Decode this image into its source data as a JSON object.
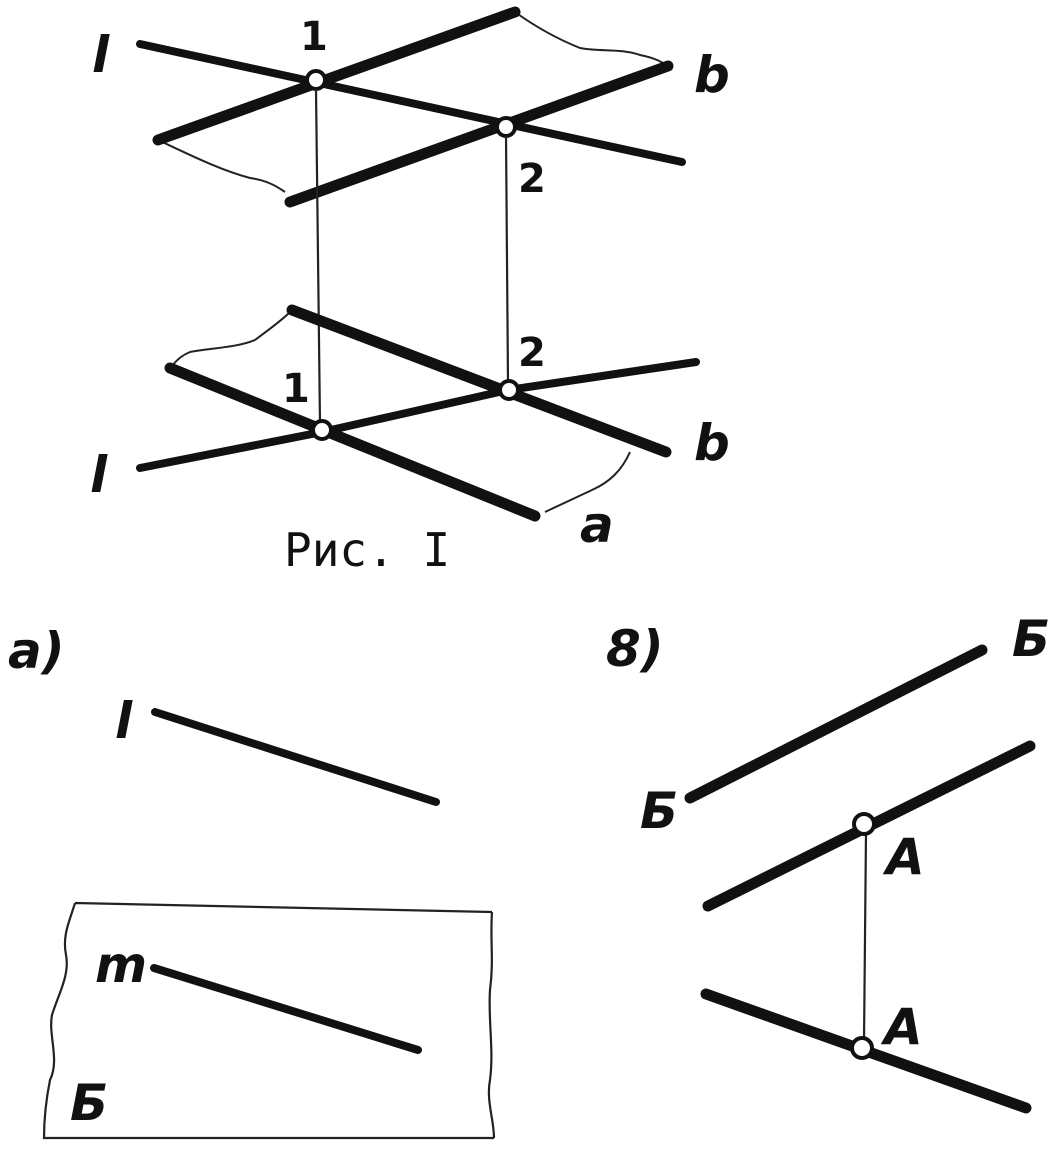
{
  "figure1": {
    "caption": "Рис. I",
    "upper": {
      "label_l": "l",
      "label_b": "b",
      "point_1": "1",
      "point_2": "2"
    },
    "lower": {
      "label_l": "l",
      "label_b": "b",
      "label_a": "a",
      "point_1": "1",
      "point_2": "2"
    }
  },
  "panel_a": {
    "label": "a)",
    "line_label": "l",
    "plane_line_label": "m",
    "plane_label": "Б"
  },
  "panel_b": {
    "label": "8)",
    "upper_line_label_right": "Б",
    "upper_line_label_left": "Б",
    "point_upper": "A",
    "point_lower": "A"
  }
}
